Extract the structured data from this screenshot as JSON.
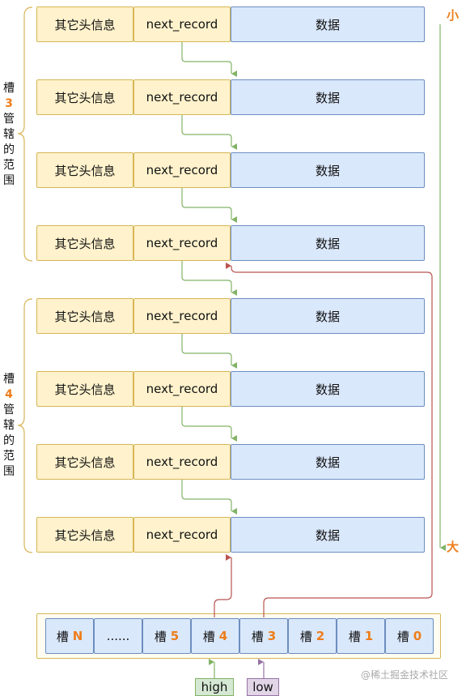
{
  "records": [
    {
      "header": "其它头信息",
      "next": "next_record",
      "data": "数据"
    },
    {
      "header": "其它头信息",
      "next": "next_record",
      "data": "数据"
    },
    {
      "header": "其它头信息",
      "next": "next_record",
      "data": "数据"
    },
    {
      "header": "其它头信息",
      "next": "next_record",
      "data": "数据"
    },
    {
      "header": "其它头信息",
      "next": "next_record",
      "data": "数据"
    },
    {
      "header": "其它头信息",
      "next": "next_record",
      "data": "数据"
    },
    {
      "header": "其它头信息",
      "next": "next_record",
      "data": "数据"
    },
    {
      "header": "其它头信息",
      "next": "next_record",
      "data": "数据"
    }
  ],
  "groups": [
    {
      "prefix": "槽",
      "number": "3",
      "suffix": [
        "管",
        "辖",
        "的",
        "范",
        "围"
      ]
    },
    {
      "prefix": "槽",
      "number": "4",
      "suffix": [
        "管",
        "辖",
        "的",
        "范",
        "围"
      ]
    }
  ],
  "order": {
    "small": "小",
    "large": "大"
  },
  "slots": [
    {
      "label": "槽",
      "num": "N"
    },
    {
      "label": "......",
      "num": ""
    },
    {
      "label": "槽",
      "num": "5"
    },
    {
      "label": "槽",
      "num": "4"
    },
    {
      "label": "槽",
      "num": "3"
    },
    {
      "label": "槽",
      "num": "2"
    },
    {
      "label": "槽",
      "num": "1"
    },
    {
      "label": "槽",
      "num": "0"
    }
  ],
  "pointers": {
    "high": "high",
    "low": "low"
  },
  "watermark": "@稀土掘金技术社区",
  "colors": {
    "header_fill": "#fff2cc",
    "header_border": "#d6b656",
    "data_fill": "#dae8fc",
    "data_border": "#6c8ebf",
    "link_line": "#82b366",
    "slot_pointer_line": "#b85450",
    "accent": "#ee7d1a",
    "order_line": "#82b366"
  }
}
